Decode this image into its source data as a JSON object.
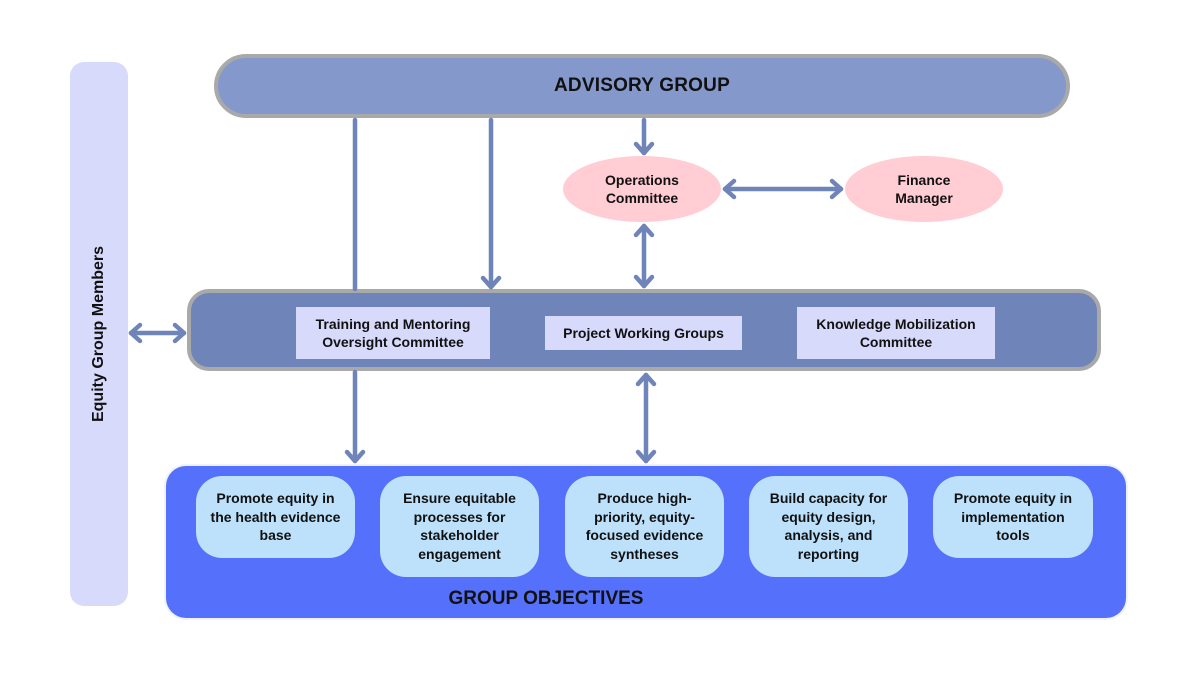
{
  "diagram": {
    "advisory_group": "ADVISORY GROUP",
    "equity_group_members": "Equity Group Members",
    "operations_committee": "Operations Committee",
    "finance_manager": "Finance Manager",
    "committees": [
      "Training and Mentoring Oversight Committee",
      "Project Working Groups",
      "Knowledge Mobilization Committee"
    ],
    "objectives": [
      "Promote equity in the health evidence base",
      "Ensure equitable processes for stakeholder engagement",
      "Produce high-priority, equity-focused evidence syntheses",
      "Build capacity for equity design, analysis, and reporting",
      "Promote equity in implementation tools"
    ],
    "objectives_title": "GROUP OBJECTIVES",
    "colors": {
      "advisory_fill": "#8598cc",
      "middle_fill": "#6f84b9",
      "arrow": "#6f84b9",
      "ellipse_fill": "#ffcdd3",
      "committee_box": "#d8dafc",
      "objectives_fill": "#5570fb",
      "objective_box": "#bde1fb",
      "equity_bar": "#d8dafc",
      "border_gray": "#a9a9a9"
    }
  }
}
